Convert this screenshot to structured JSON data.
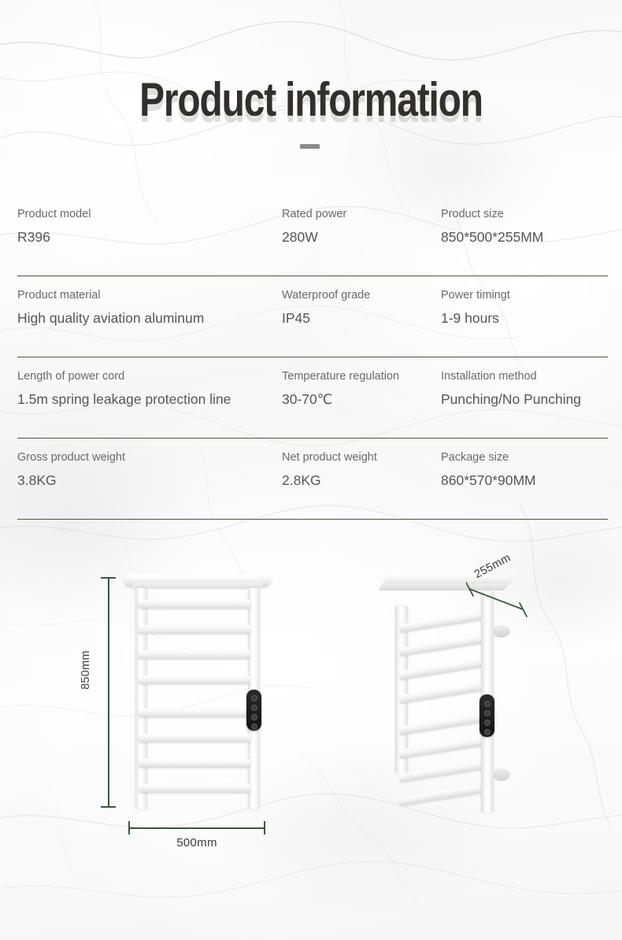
{
  "header": {
    "title": "Product information",
    "accent_dash_color": "#8d8d8d"
  },
  "specs": {
    "rows": [
      {
        "cells": [
          {
            "label": "Product model",
            "value": "R396"
          },
          {
            "label": "Rated power",
            "value": "280W"
          },
          {
            "label": "Product size",
            "value": "850*500*255MM"
          }
        ]
      },
      {
        "cells": [
          {
            "label": "Product material",
            "value": "High quality aviation aluminum"
          },
          {
            "label": "Waterproof grade",
            "value": "IP45"
          },
          {
            "label": "Power timingt",
            "value": "1-9 hours"
          }
        ]
      },
      {
        "cells": [
          {
            "label": "Length of power cord",
            "value": "1.5m spring leakage protection line"
          },
          {
            "label": "Temperature regulation",
            "value": "30-70℃"
          },
          {
            "label": "Installation method",
            "value": "Punching/No Punching"
          }
        ]
      },
      {
        "cells": [
          {
            "label": "Gross product weight",
            "value": "3.8KG"
          },
          {
            "label": "Net product weight",
            "value": "2.8KG"
          },
          {
            "label": "Package size",
            "value": "860*570*90MM"
          }
        ]
      }
    ]
  },
  "figure": {
    "dimension_line_color": "#3f5541",
    "height_label": "850mm",
    "width_label": "500mm",
    "depth_label": "255mm",
    "front_view_name": "towel-rack-front-view",
    "perspective_view_name": "towel-rack-perspective-view"
  }
}
